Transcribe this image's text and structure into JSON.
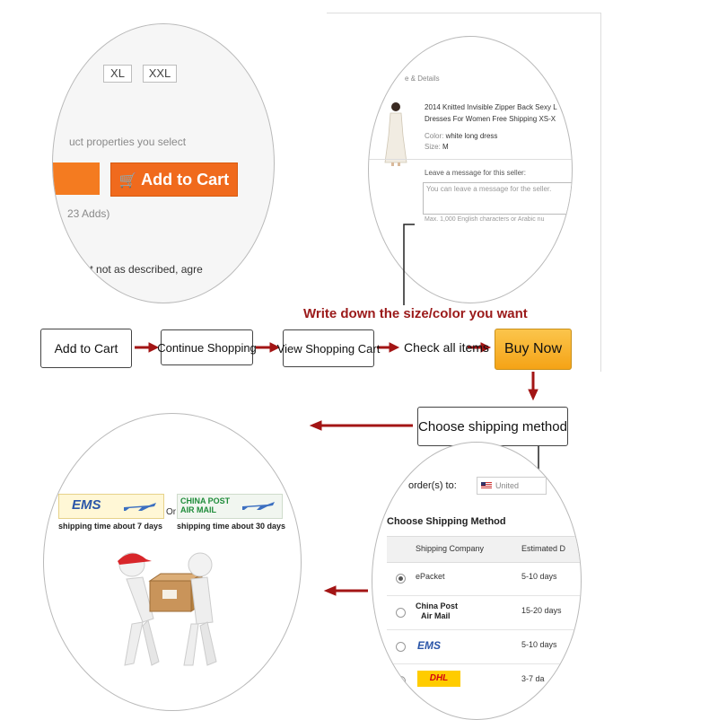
{
  "cart_zoom": {
    "sizes": [
      "XL",
      "XXL"
    ],
    "properties_text": "uct properties you select",
    "add_to_cart_label": "Add to Cart",
    "adds_text": "23 Adds)",
    "not_described_text": "duct not as described, agre"
  },
  "order_zoom": {
    "details_label": "e & Details",
    "product_title_line1": "2014 Knitted Invisible Zipper Back Sexy L",
    "product_title_line2": "Dresses For Women Free Shipping XS-X",
    "color_label": "Color:",
    "color_value": "white long dress",
    "size_label": "Size:",
    "size_value": "M",
    "message_label": "Leave a message for this seller:",
    "message_placeholder": "You can leave a message for the seller.",
    "message_max": "Max. 1,000 English characters or Arabic nu"
  },
  "flow": {
    "instruction": "Write down the size/color you want",
    "step1": "Add to Cart",
    "step2": "Continue Shopping",
    "step3": "View Shopping Cart",
    "step4": "Check all items",
    "step5": "Buy Now",
    "step6": "Choose shipping method"
  },
  "delivery_zoom": {
    "ems_logo": "EMS",
    "or_text": "Or",
    "china_post_line1": "CHINA POST",
    "china_post_line2": "AIR MAIL",
    "ems_time": "shipping time about 7 days",
    "china_post_time": "shipping time about 30 days"
  },
  "shipping_zoom": {
    "order_to_label": "order(s) to:",
    "country_value": "United",
    "title": "Choose Shipping Method",
    "col_company": "Shipping Company",
    "col_estimated": "Estimated D",
    "rows": [
      {
        "company": "ePacket",
        "days": "5-10 days",
        "selected": true
      },
      {
        "company_line1": "China Post",
        "company_line2": "Air Mail",
        "days": "15-20 days",
        "selected": false
      },
      {
        "logo": "EMS",
        "days": "5-10 days",
        "selected": false
      },
      {
        "logo": "DHL",
        "days": "3-7 da",
        "selected": false
      }
    ]
  },
  "colors": {
    "accent_orange": "#f06a1d",
    "buy_now_gold": "#f5a316",
    "arrow_red": "#a31515",
    "instruction_red": "#9b1a1a"
  }
}
